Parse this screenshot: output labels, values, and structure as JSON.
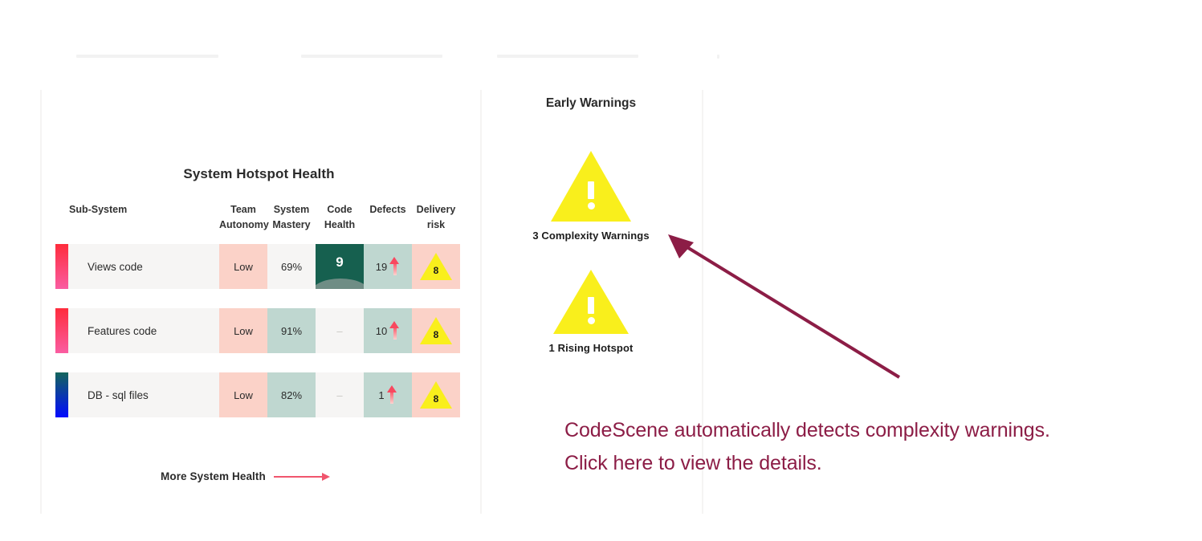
{
  "skeleton_bars": [
    {
      "name": "skeleton-bar-1"
    },
    {
      "name": "skeleton-bar-2"
    },
    {
      "name": "skeleton-bar-3"
    },
    {
      "name": "skeleton-bar-4"
    }
  ],
  "hotspot_panel": {
    "title": "System Hotspot Health",
    "columns": [
      {
        "label": "Sub-System"
      },
      {
        "label": "Team Autonomy"
      },
      {
        "label": "System Mastery"
      },
      {
        "label": "Code Health"
      },
      {
        "label": "Defects"
      },
      {
        "label": "Delivery risk"
      }
    ],
    "rows": [
      {
        "name": "Views code",
        "bar_from": "#fe2c3c",
        "bar_to": "#fa5da2",
        "team_autonomy": "Low",
        "system_mastery": "69%",
        "code_health": "9",
        "code_health_present": true,
        "defects": "19",
        "defects_trend": "up",
        "delivery_risk": "8"
      },
      {
        "name": "Features code",
        "bar_from": "#fe2c3c",
        "bar_to": "#fa5da2",
        "team_autonomy": "Low",
        "system_mastery": "91%",
        "code_health": "–",
        "code_health_present": false,
        "defects": "10",
        "defects_trend": "up",
        "delivery_risk": "8"
      },
      {
        "name": "DB - sql files",
        "bar_from": "#14665c",
        "bar_to": "#020aff",
        "team_autonomy": "Low",
        "system_mastery": "82%",
        "code_health": "–",
        "code_health_present": false,
        "defects": "1",
        "defects_trend": "up",
        "delivery_risk": "8"
      }
    ],
    "more_link": "More System Health"
  },
  "warnings_panel": {
    "title": "Early Warnings",
    "items": [
      {
        "label": "3 Complexity Warnings",
        "icon": "warning-triangle-icon"
      },
      {
        "label": "1 Rising Hotspot",
        "icon": "warning-triangle-icon"
      }
    ]
  },
  "annotation": {
    "line1": "CodeScene automatically detects complexity warnings.",
    "line2": "Click here to view the details.",
    "color": "#8c1d46"
  },
  "colors": {
    "warning_yellow": "#f9ef1c",
    "risk_pink": "#fbd2c8",
    "mastery_teal": "#bfd7d0",
    "code_health_green": "#16604f",
    "link_pink": "#f0556d",
    "annotation_maroon": "#8c1d46"
  }
}
